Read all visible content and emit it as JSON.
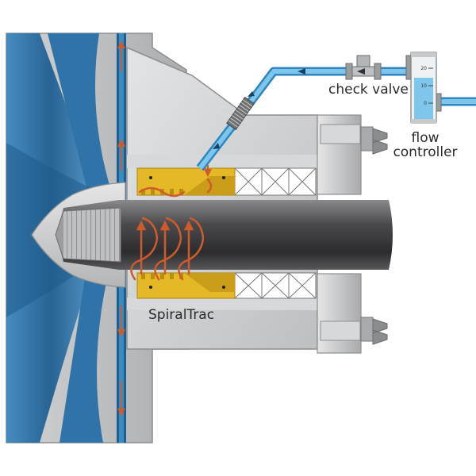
{
  "labels": {
    "check_valve": "check valve",
    "flow_line1": "flow",
    "flow_line2": "controller",
    "spiraltrac": "SpiralTrac"
  },
  "gauge": {
    "ticks": [
      "20",
      "10",
      "0"
    ]
  },
  "colors": {
    "water": "#4aa9dc",
    "impeller": "#2a6fa3",
    "housing": "#c9cacc",
    "shaft": "#4a4a4c",
    "bushing": "#e4b826",
    "flow_arrow": "#cf5a2a",
    "packing": "#ffffff"
  }
}
